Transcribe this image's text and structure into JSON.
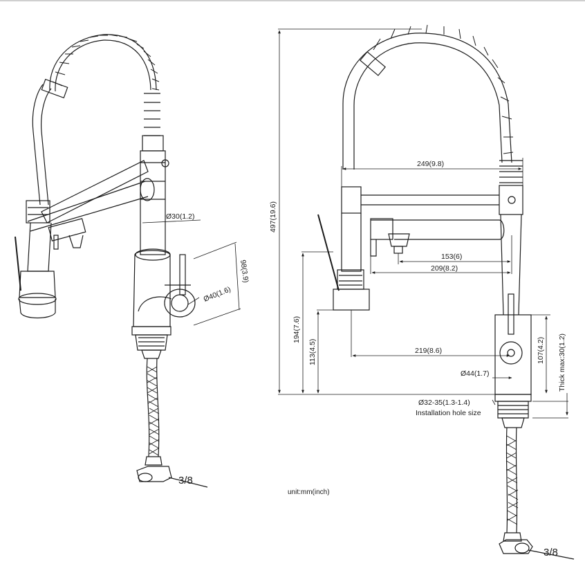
{
  "colors": {
    "stroke": "#1a1a1a",
    "background": "#ffffff",
    "rule": "#cfcfcf"
  },
  "left_view": {
    "labels": {
      "pipe_diameter": "Ø30(1.2)",
      "handle_diameter": "Ø40(1.6)",
      "handle_height": "98(3.9)",
      "hose_thread": "3/8"
    }
  },
  "right_view": {
    "labels": {
      "total_height": "497(19.6)",
      "spout_reach": "249(9.8)",
      "sprayer_reach": "153(6)",
      "sprayer_reach_outer": "209(8.2)",
      "spray_head_height": "194(7.6)",
      "spray_head_bottom_height": "113(4.5)",
      "spray_head_reach": "219(8.6)",
      "body_height": "107(4.2)",
      "base_diameter": "Ø44(1.7)",
      "thick_max": "Thick max:30(1.2)",
      "hole_diameter": "Ø32-35(1.3-1.4)",
      "hole_label": "Installation hole size",
      "hose_thread": "3/8"
    }
  },
  "unit_note": "unit:mm(inch)"
}
